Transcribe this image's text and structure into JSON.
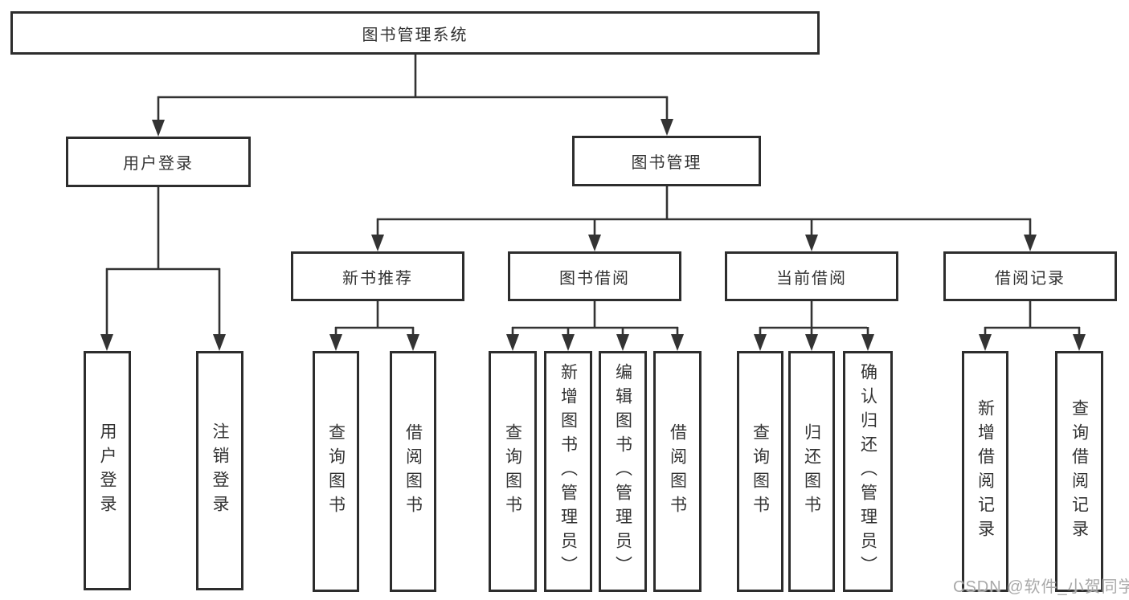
{
  "root": {
    "label": "图书管理系统"
  },
  "branches": {
    "user": {
      "label": "用户登录",
      "children": [
        {
          "label": "用户登录"
        },
        {
          "label": "注销登录"
        }
      ]
    },
    "books": {
      "label": "图书管理",
      "groups": [
        {
          "label": "新书推荐",
          "children": [
            {
              "label": "查询图书"
            },
            {
              "label": "借阅图书"
            }
          ]
        },
        {
          "label": "图书借阅",
          "children": [
            {
              "label": "查询图书"
            },
            {
              "label": "新增图书（管理员）"
            },
            {
              "label": "编辑图书（管理员）"
            },
            {
              "label": "借阅图书"
            }
          ]
        },
        {
          "label": "当前借阅",
          "children": [
            {
              "label": "查询图书"
            },
            {
              "label": "归还图书"
            },
            {
              "label": "确认归还（管理员）"
            }
          ]
        },
        {
          "label": "借阅记录",
          "children": [
            {
              "label": "新增借阅记录"
            },
            {
              "label": "查询借阅记录"
            }
          ]
        }
      ]
    }
  },
  "watermark": "CSDN @软件_小贺同学",
  "colors": {
    "line": "#333333",
    "box_border": "#2d2d2d",
    "text": "#333333",
    "background": "#ffffff",
    "watermark": "#a9a9a9"
  }
}
